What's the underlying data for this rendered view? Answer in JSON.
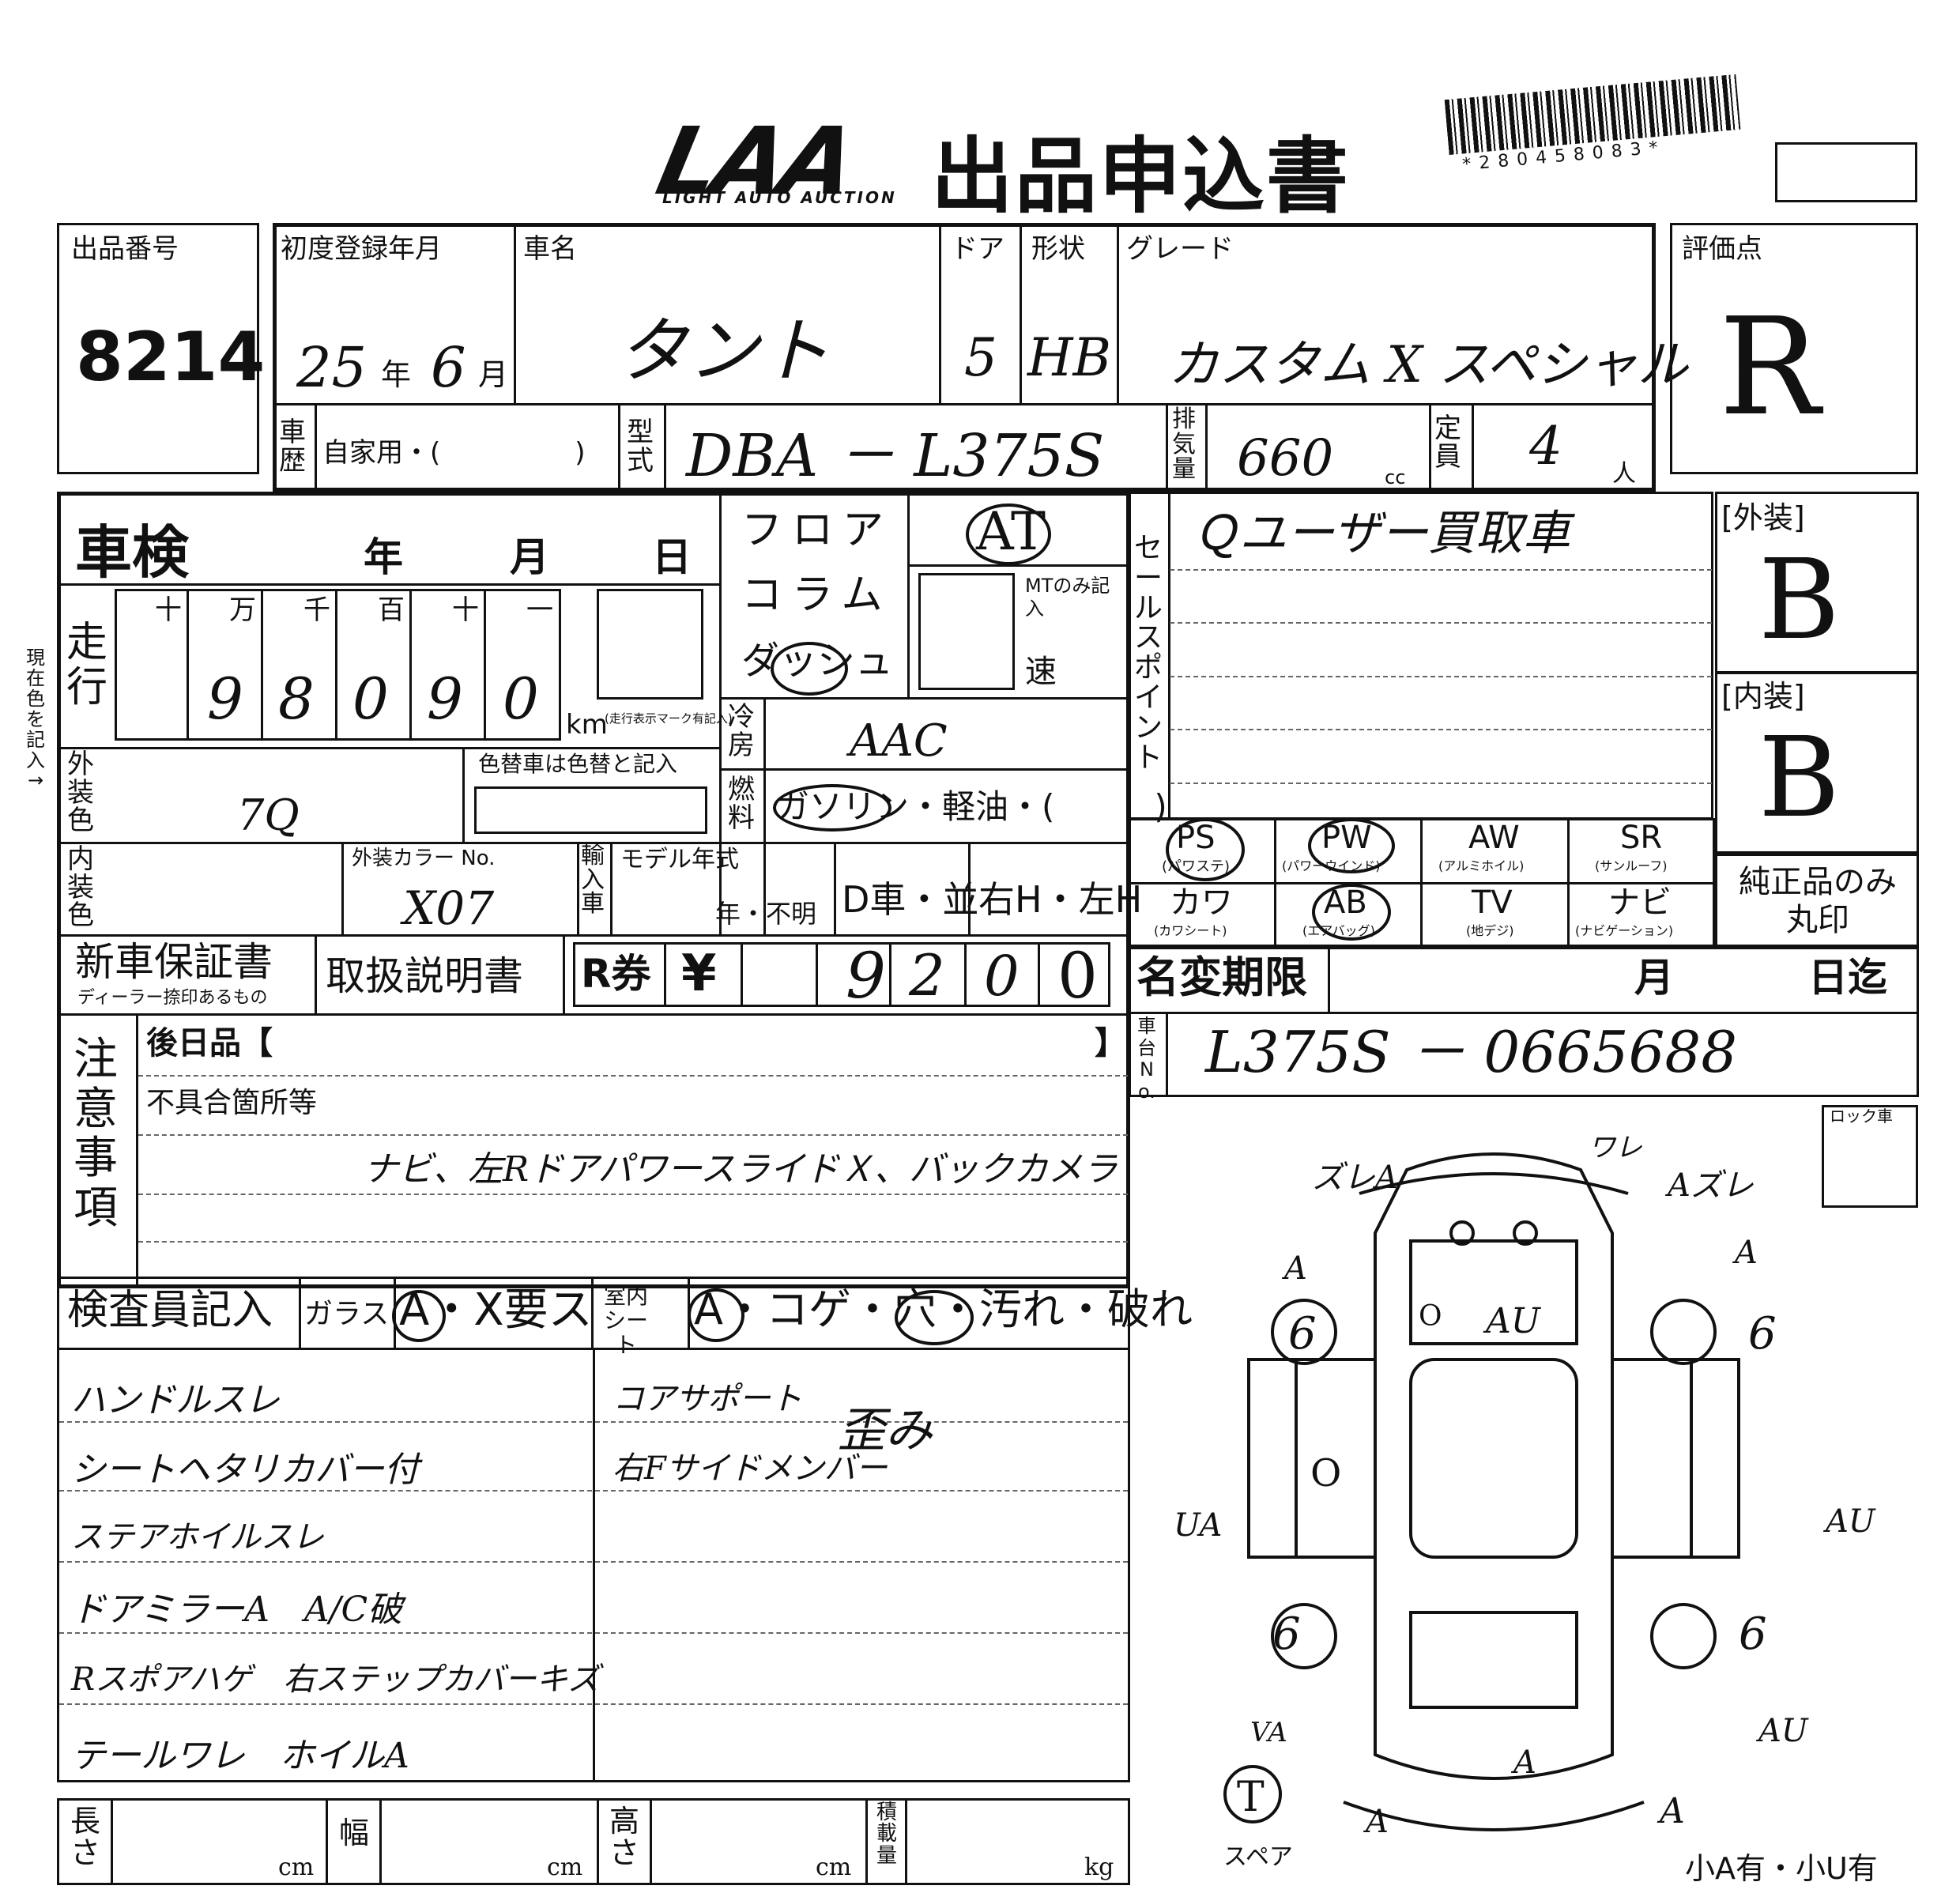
{
  "header": {
    "logo_text": "LAA",
    "logo_sub": "LIGHT AUTO AUCTION",
    "title": "出品申込書",
    "barcode_text": "*280458083*"
  },
  "row1": {
    "lot_label": "出品番号",
    "lot_value": "8214",
    "first_reg_label": "初度登録年月",
    "first_reg_year": "25",
    "year_unit": "年",
    "first_reg_month": "6",
    "month_unit": "月",
    "car_name_label": "車名",
    "car_name": "タント",
    "door_label": "ドア",
    "door": "5",
    "shape_label": "形状",
    "shape": "HB",
    "grade_label": "グレード",
    "grade": "カスタム X スペシャル",
    "score_label": "評価点",
    "score": "R"
  },
  "row2": {
    "history_label": "車歴",
    "history_text": "自家用・(　　　　　)",
    "model_label": "型式",
    "model": "DBA － L375S",
    "displacement_label": "排気量",
    "displacement": "660",
    "cc": "cc",
    "capacity_label": "定員",
    "capacity": "4",
    "person_unit": "人"
  },
  "inspection": {
    "shaken_label": "車検",
    "y": "年",
    "m": "月",
    "d": "日",
    "mileage_label": "走行",
    "digit_headers": [
      "十",
      "万",
      "千",
      "百",
      "十",
      "一"
    ],
    "digits": [
      "",
      "9",
      "8",
      "0",
      "9",
      "0"
    ],
    "km_label": "km",
    "km_note": "(走行表示マーク有記入)",
    "side_note": "現在色を記入→",
    "color_label": "外装色",
    "color_value": "7Q",
    "repaint_label": "色替車は色替と記入",
    "interior_label": "内装色",
    "color_no_label": "外装カラー No.",
    "color_no": "X07",
    "import_label": "輸入車",
    "model_year_label": "モデル年式",
    "model_year_text": "年・不明",
    "dealer_text": "D車・並",
    "handle_text": "右H・左H"
  },
  "shift": {
    "floor": "フロア",
    "column": "コラム",
    "dash": "ダッシュ",
    "at": "AT",
    "mt_label": "MTのみ記入",
    "speed": "速",
    "ac_label": "冷房",
    "ac_value": "AAC",
    "fuel_label": "燃料",
    "fuel_text": "ガソリン・軽油・(　　　)"
  },
  "sales": {
    "label": "セールスポイント",
    "line1": "Ｑユーザー買取車"
  },
  "grades": {
    "exterior_label": "[外装]",
    "exterior": "B",
    "interior_label": "[内装]",
    "interior": "B",
    "genuine_text": "純正品のみ丸印"
  },
  "options": [
    {
      "name": "PS",
      "sub": "(パワステ)"
    },
    {
      "name": "PW",
      "sub": "(パワーウインド)"
    },
    {
      "name": "AW",
      "sub": "(アルミホイル)"
    },
    {
      "name": "SR",
      "sub": "(サンルーフ)"
    },
    {
      "name": "カワ",
      "sub": "(カワシート)"
    },
    {
      "name": "AB",
      "sub": "(エアバッグ)"
    },
    {
      "name": "TV",
      "sub": "(地デジ)"
    },
    {
      "name": "ナビ",
      "sub": "(ナビゲーション)"
    }
  ],
  "docs": {
    "warranty": "新車保証書",
    "warranty_sub": "ディーラー捺印あるもの",
    "manual": "取扱説明書",
    "recycle_label": "R券",
    "yen": "¥",
    "recycle_digits": [
      "",
      "",
      "9",
      "2",
      "0",
      "0"
    ],
    "name_change_label": "名変期限",
    "nc_month": "月",
    "nc_day": "日迄",
    "chassis_label": "車台No.",
    "chassis": "L375S － 0665688"
  },
  "notes": {
    "label": "注意事項",
    "later_label": "後日品【",
    "later_close": "】",
    "defect_label": "不具合箇所等",
    "defect_text": "ナビ、左RドアパワースライドＸ、バックカメラ"
  },
  "inspector": {
    "title": "検査員記入",
    "glass_label": "ガラス",
    "glass_options": "A・X要ス",
    "interior_label": "室内シート",
    "interior_options": "A・コゲ・穴・汚れ・破れ",
    "left_lines": [
      "ハンドルスレ",
      "シートヘタリカバー付",
      "ステアホイルスレ",
      "ドアミラーA　A/C破",
      "Rスポアハゲ　右ステップカバーキズ",
      "テールワレ　ホイルA"
    ],
    "right_lines": [
      "コアサポート",
      "右Fサイドメンバー"
    ],
    "right_note": "歪み"
  },
  "dims": {
    "length_label": "長さ",
    "width_label": "幅",
    "height_label": "高さ",
    "load_label": "積載量",
    "cm": "cm",
    "kg": "kg"
  },
  "diagram": {
    "lock_label": "ロック車",
    "marks": [
      "ズレA",
      "ワレ",
      "Aズレ",
      "A",
      "A",
      "AU",
      "6",
      "6",
      "6",
      "6",
      "UA",
      "AU",
      "O",
      "O",
      "VA",
      "AU",
      "A",
      "A",
      "A",
      "T"
    ],
    "spare_label": "スペア",
    "bottom_note": "小A有・小U有"
  }
}
